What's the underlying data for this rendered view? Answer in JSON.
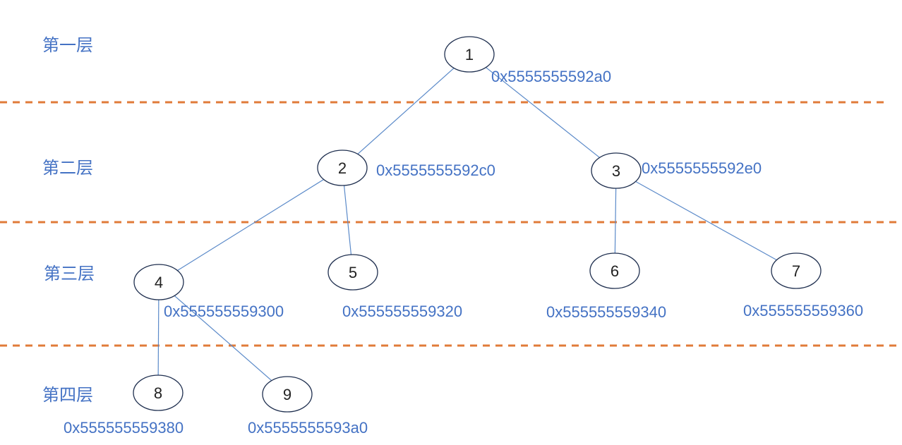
{
  "levels": [
    {
      "label": "第一层"
    },
    {
      "label": "第二层"
    },
    {
      "label": "第三层"
    },
    {
      "label": "第四层"
    }
  ],
  "nodes": [
    {
      "value": "1",
      "address": "0x5555555592a0",
      "level": 1
    },
    {
      "value": "2",
      "address": "0x5555555592c0",
      "level": 2
    },
    {
      "value": "3",
      "address": "0x5555555592e0",
      "level": 2
    },
    {
      "value": "4",
      "address": "0x555555559300",
      "level": 3
    },
    {
      "value": "5",
      "address": "0x555555559320",
      "level": 3
    },
    {
      "value": "6",
      "address": "0x555555559340",
      "level": 3
    },
    {
      "value": "7",
      "address": "0x555555559360",
      "level": 3
    },
    {
      "value": "8",
      "address": "0x555555559380",
      "level": 4
    },
    {
      "value": "9",
      "address": "0x5555555593a0",
      "level": 4
    }
  ],
  "edges": [
    {
      "from": "1",
      "to": "2"
    },
    {
      "from": "1",
      "to": "3"
    },
    {
      "from": "2",
      "to": "4"
    },
    {
      "from": "2",
      "to": "5"
    },
    {
      "from": "3",
      "to": "6"
    },
    {
      "from": "3",
      "to": "7"
    },
    {
      "from": "4",
      "to": "8"
    },
    {
      "from": "4",
      "to": "9"
    }
  ],
  "colors": {
    "label": "#4472c4",
    "edge": "#5b8ac9",
    "separator": "#e07b39",
    "node_stroke": "#1f2f4f"
  }
}
